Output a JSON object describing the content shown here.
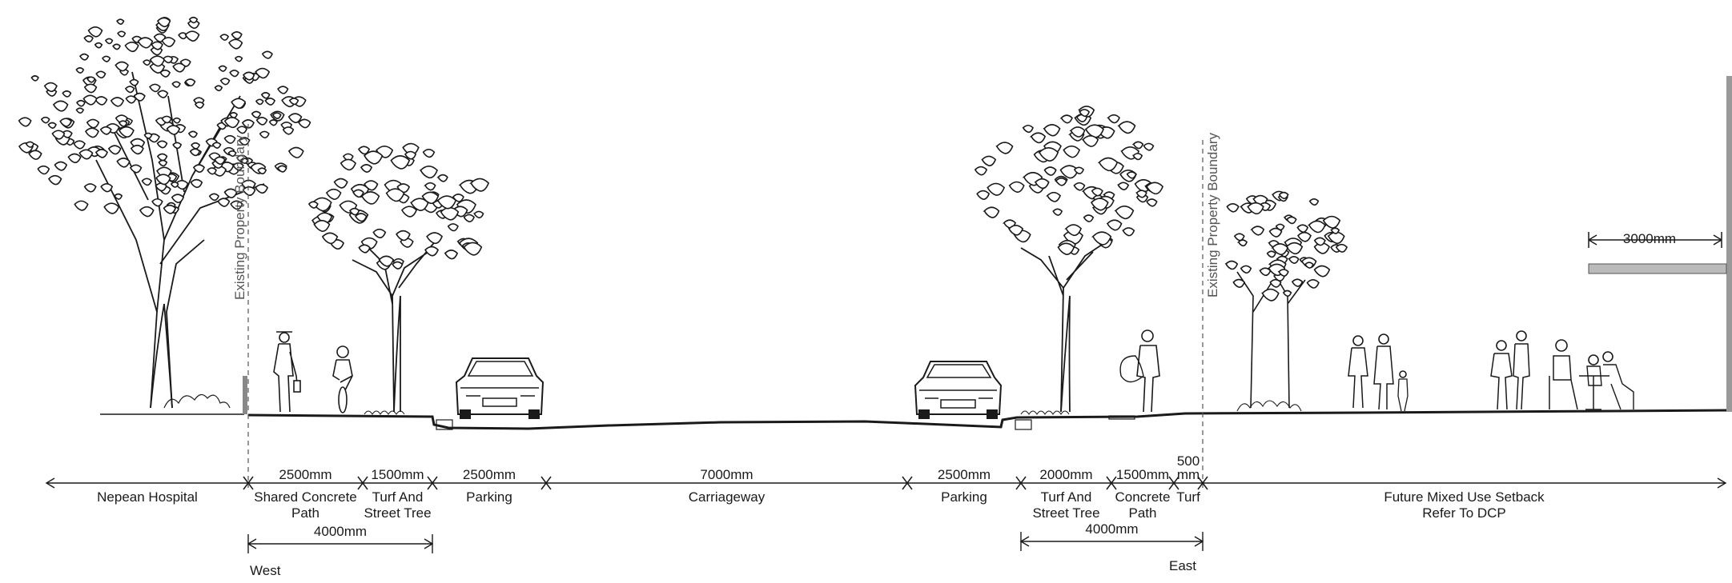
{
  "property_boundary_label": "Existing Property Boundary",
  "setback_dimension": "3000mm",
  "segments": [
    {
      "dim": "",
      "label": [
        "Nepean Hospital"
      ]
    },
    {
      "dim": "2500mm",
      "label": [
        "Shared Concrete",
        "Path"
      ]
    },
    {
      "dim": "1500mm",
      "label": [
        "Turf And",
        "Street Tree"
      ]
    },
    {
      "dim": "2500mm",
      "label": [
        "Parking"
      ]
    },
    {
      "dim": "7000mm",
      "label": [
        "Carriageway"
      ]
    },
    {
      "dim": "2500mm",
      "label": [
        "Parking"
      ]
    },
    {
      "dim": "2000mm",
      "label": [
        "Turf And",
        "Street Tree"
      ]
    },
    {
      "dim": "1500mm",
      "label": [
        "Concrete",
        "Path"
      ]
    },
    {
      "dim": "500",
      "dim2": "mm",
      "label": [
        "Turf"
      ]
    },
    {
      "dim": "",
      "label": [
        "Future Mixed Use Setback",
        "Refer To DCP"
      ]
    }
  ],
  "totals": [
    {
      "dim": "4000mm"
    },
    {
      "dim": "4000mm"
    }
  ],
  "orientation": {
    "west": "West",
    "east": "East"
  },
  "icons": [
    "eucalyptus-tree-icon",
    "street-tree-icon",
    "car-icon",
    "pedestrian-icon",
    "cyclist-icon",
    "building-icon",
    "cafe-table-icon"
  ]
}
